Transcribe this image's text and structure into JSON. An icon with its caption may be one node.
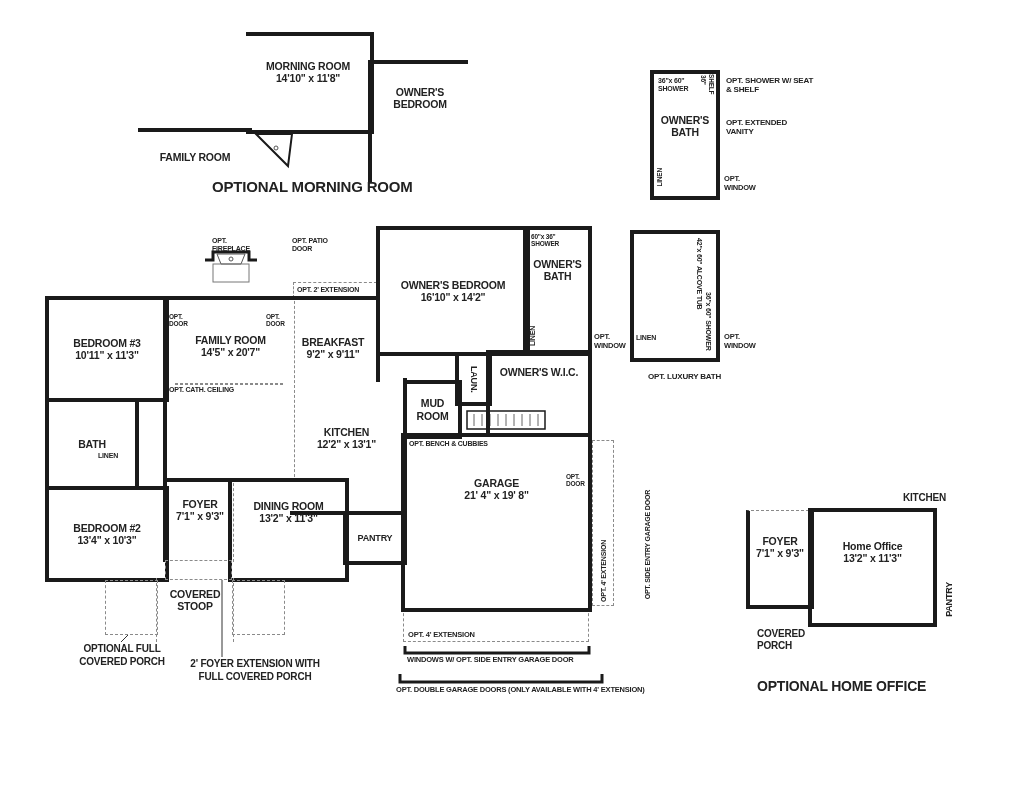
{
  "diagram": {
    "nodes": [
      {
        "text": [
          "MORNING ROOM",
          "14'10\" x 11'8\""
        ]
      },
      {
        "text": [
          "FAMILY ROOM"
        ]
      },
      {
        "text": [
          "OWNER'S BEDROOM"
        ]
      },
      {
        "text": [
          "OWNER'S BATH"
        ]
      },
      {
        "text": [
          "BEDROOM #3",
          "10'11\" x 11'3\""
        ]
      },
      {
        "text": [
          "FAMILY ROOM",
          "14'5\" x 20'7\""
        ]
      },
      {
        "text": [
          "BREAKFAST",
          "9'2\" x 9'11\""
        ]
      },
      {
        "text": [
          "OWNER'S BEDROOM",
          "16'10\" x 14'2\""
        ]
      },
      {
        "text": [
          "OWNER'S BATH"
        ]
      },
      {
        "text": [
          "LAUN."
        ]
      },
      {
        "text": [
          "MUD ROOM"
        ]
      },
      {
        "text": [
          "OWNER'S W.I.C."
        ]
      },
      {
        "text": [
          "BATH"
        ]
      },
      {
        "text": [
          "KITCHEN",
          "12'2\" x 13'1\""
        ]
      },
      {
        "text": [
          "BEDROOM #2",
          "13'4\" x 10'3\""
        ]
      },
      {
        "text": [
          "FOYER",
          "7'1\" x 9'3\""
        ]
      },
      {
        "text": [
          "DINING ROOM",
          "13'2\" x 11'3\""
        ]
      },
      {
        "text": [
          "PANTRY"
        ]
      },
      {
        "text": [
          "GARAGE",
          "21' 4\" x 19' 8\""
        ]
      },
      {
        "text": [
          "COVERED STOOP"
        ]
      },
      {
        "text": [],
        "shape": "box"
      },
      {
        "text": [],
        "shape": "box"
      },
      {
        "text": [],
        "shape": "box"
      },
      {
        "text": [
          "OPTIONAL FULL COVERED PORCH"
        ]
      },
      {
        "text": [
          "2' FOYER EXTENSION WITH FULL COVERED PORCH"
        ]
      },
      {
        "text": [
          "FOYER",
          "7'1\" x 9'3\""
        ]
      },
      {
        "text": [
          "Home Office",
          "13'2\" x 11'3\""
        ]
      }
    ],
    "edges": [
      {
        "from": 23,
        "to": 20,
        "arrow": "none"
      },
      {
        "from": 24,
        "to": 21,
        "arrow": "none"
      }
    ],
    "labels": [
      "OPTIONAL MORNING ROOM",
      "36\"x 60\" SHOWER",
      "36\"",
      "SHELF",
      "OPT. SHOWER W/ SEAT & SHELF",
      "OPT. EXTENDED VANITY",
      "LINEN",
      "OPT. WINDOW",
      "OPT. FIREPLACE",
      "OPT. PATIO DOOR",
      "42\"x 60\" ALCOVE TUB",
      "36\"x 60\" SHOWER",
      "OPT. 2' EXTENSION",
      "60\"x 36\" SHOWER",
      "OPT. DOOR",
      "OPT. DOOR",
      "LINEN",
      "OPT. WINDOW",
      "LINEN",
      "OPT. WINDOW",
      "OPT. LUXURY BATH",
      "OPT. CATH. CEILING",
      "LINEN",
      "OPT. BENCH & CUBBIES",
      "OPT. DOOR",
      "OPT. 4' EXTENSION",
      "OPT. SIDE ENTRY GARAGE DOOR",
      "OPT. 4' EXTENSION",
      "WINDOWS W/ OPT. SIDE ENTRY GARAGE DOOR",
      "OPT. DOUBLE GARAGE DOORS (ONLY AVAILABLE WITH 4' EXTENSION)",
      "KITCHEN",
      "PANTRY",
      "COVERED PORCH",
      "OPTIONAL HOME OFFICE"
    ]
  }
}
